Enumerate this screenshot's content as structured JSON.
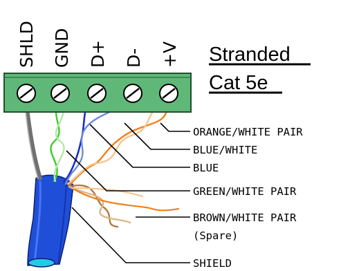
{
  "title": {
    "line1": "Stranded",
    "line2": "Cat 5e"
  },
  "terminals": [
    "SHLD",
    "GND",
    "D+",
    "D-",
    "+V"
  ],
  "callouts": {
    "orange_white": "ORANGE/WHITE PAIR",
    "blue_white": "BLUE/WHITE",
    "blue": "BLUE",
    "green_white": "GREEN/WHITE PAIR",
    "brown_white": "BROWN/WHITE PAIR",
    "spare": "(Spare)",
    "shield": "SHIELD"
  },
  "colors": {
    "terminal_block": "#5fb878",
    "cable_jacket": "#1f4fd8",
    "orange": "#f07f1a",
    "orange_light": "#f7c48f",
    "blue": "#1a2fd0",
    "blue_white": "#6f8bd8",
    "green": "#3ccb2a",
    "green_white": "#b4e8a5",
    "brown": "#b07a3a",
    "brown_white": "#d9b888",
    "shield": "#707070",
    "cable_end": "#27c9e8"
  }
}
